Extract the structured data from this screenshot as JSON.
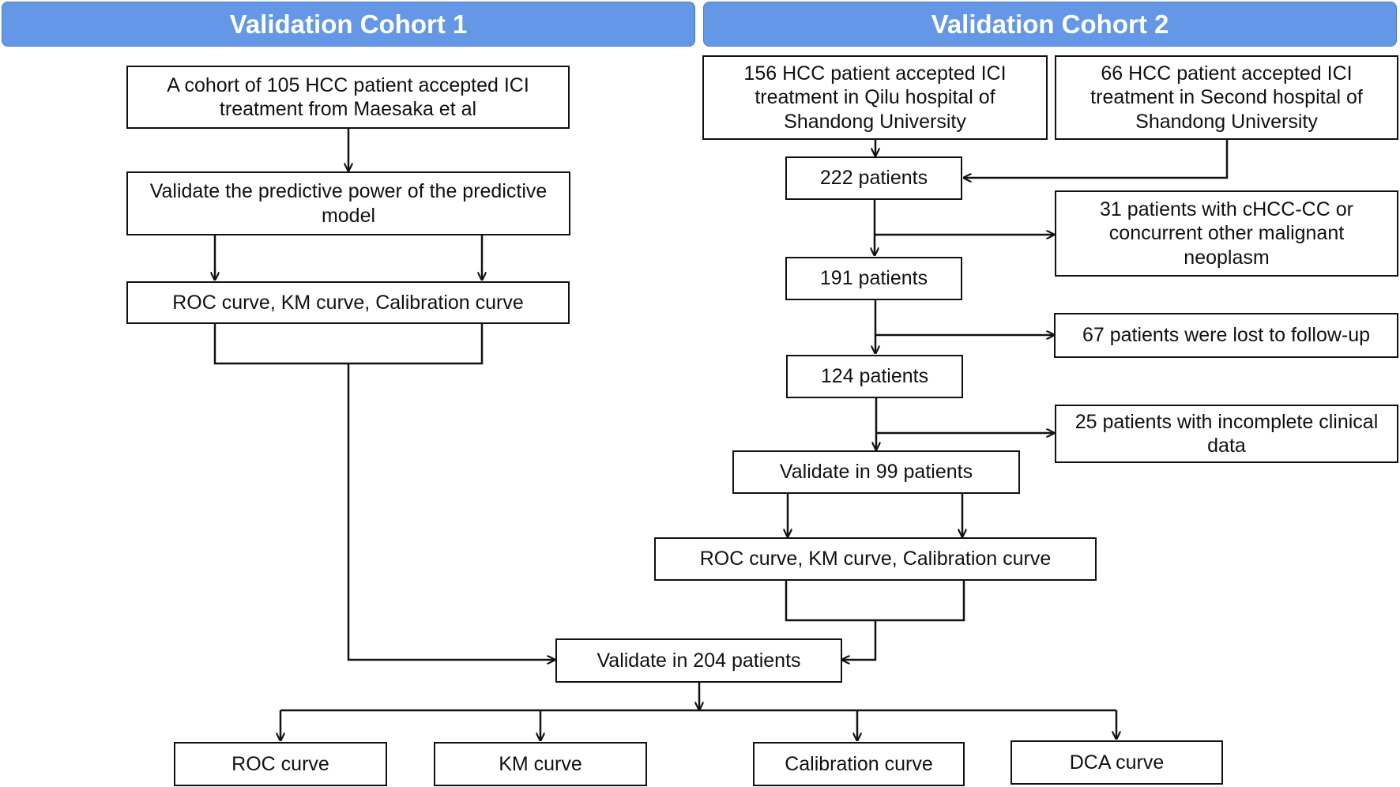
{
  "headers": {
    "cohort1": "Validation Cohort 1",
    "cohort2": "Validation Cohort 2"
  },
  "cohort1": {
    "source": "A cohort of 105 HCC patient accepted ICI\ntreatment from Maesaka et al",
    "validate": "Validate the predictive power of the predictive\nmodel",
    "curves": "ROC curve, KM curve,  Calibration curve"
  },
  "cohort2": {
    "source_qilu": "156 HCC patient accepted ICI\ntreatment in Qilu hospital of\nShandong University",
    "source_second": "66 HCC patient accepted ICI\ntreatment in Second hospital of\nShandong University",
    "total": "222 patients",
    "excl_chcc": "31 patients with cHCC-CC or\nconcurrent other malignant\nneoplasm",
    "after_excl1": "191 patients",
    "excl_lost": "67 patients were lost to follow-up",
    "after_excl2": "124 patients",
    "excl_incomplete": "25 patients with incomplete clinical\ndata",
    "validate": "Validate in 99 patients",
    "curves": "ROC curve, KM curve,  Calibration curve"
  },
  "combined": {
    "validate": "Validate in 204 patients",
    "outputs": [
      "ROC curve",
      "KM curve",
      "Calibration curve",
      "DCA curve"
    ]
  },
  "colors": {
    "header_fill": "#6497e6",
    "header_text": "#ffffff",
    "box_border": "#111111"
  }
}
